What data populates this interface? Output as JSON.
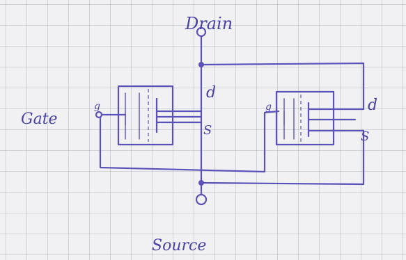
{
  "labels": {
    "drain": "Drain",
    "source": "Source",
    "gate": "Gate",
    "left_g": "g",
    "left_d": "d",
    "left_s": "S",
    "right_g": "g",
    "right_d": "d",
    "right_s": "S"
  },
  "colors": {
    "ink": "#5a52b8",
    "paper": "#f1f1f3",
    "grid": "#9696a5"
  }
}
